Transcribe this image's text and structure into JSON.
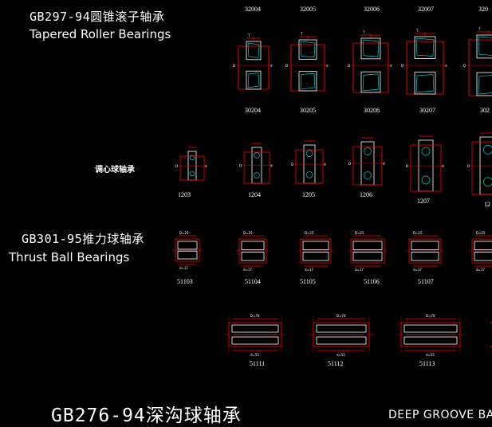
{
  "sections": {
    "tapered": {
      "title_cn": "GB297-94圆锥滚子轴承",
      "title_en": "Tapered Roller Bearings"
    },
    "self_aligning": {
      "title_cn": "调心球轴承"
    },
    "thrust": {
      "title_cn": "GB301-95推力球轴承",
      "title_en": "Thrust Ball Bearings"
    },
    "deep_groove": {
      "title_cn": "GB276-94深沟球轴承",
      "title_en": "DEEP GROOVE BALL"
    }
  },
  "rows": {
    "tapered_top": [
      "32004",
      "32005",
      "32006",
      "32007",
      "320"
    ],
    "tapered_bottom": [
      "30204",
      "30205",
      "30206",
      "30207",
      "302"
    ],
    "self_aligning": [
      "1203",
      "1204",
      "1205",
      "1206",
      "1207",
      "12"
    ],
    "thrust_1": [
      "51103",
      "51104",
      "51105",
      "51106",
      "51107"
    ],
    "thrust_2": [
      "51111",
      "51112",
      "51113"
    ]
  },
  "colors": {
    "background": "#000000",
    "outline": "#ff0000",
    "detail": "#ffffff",
    "hatch": "#00cccc"
  }
}
